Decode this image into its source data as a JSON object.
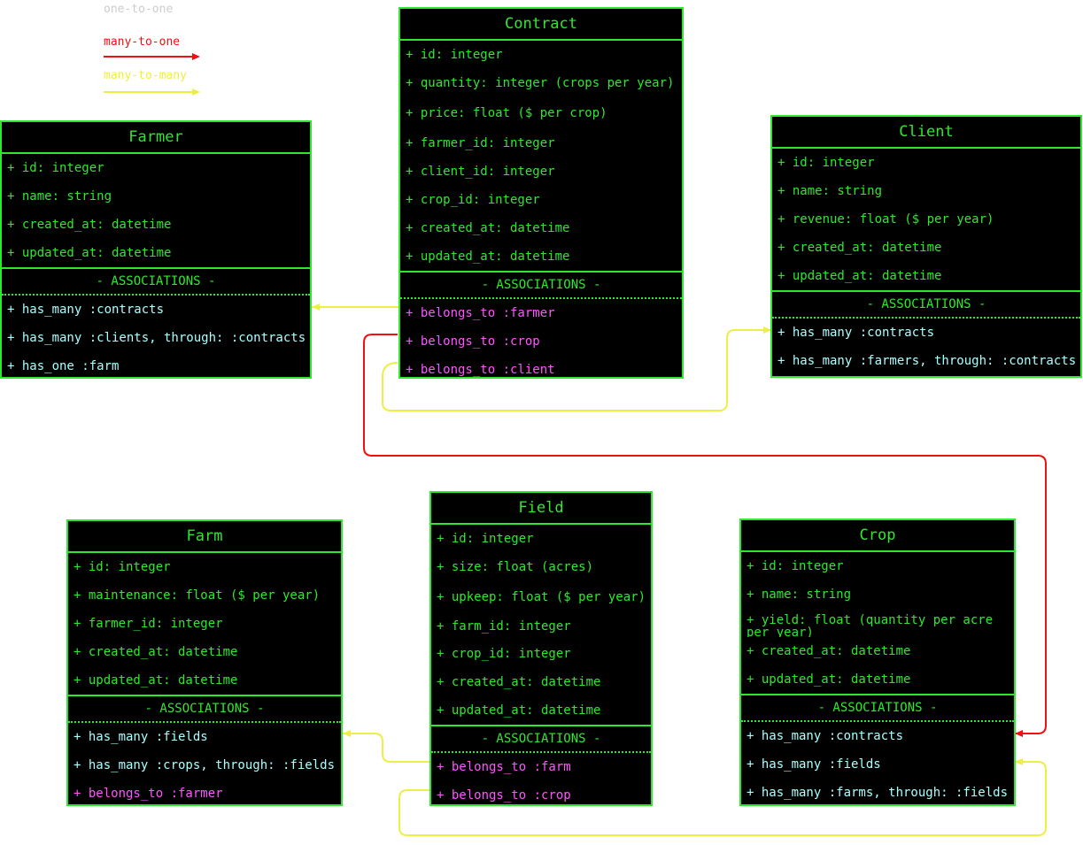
{
  "legend": {
    "one_to_one": "one-to-one",
    "many_to_one": "many-to-one",
    "many_to_many": "many-to-many",
    "colors": {
      "one_to_one": "#bbbbbb",
      "many_to_one": "#ee1111",
      "many_to_many": "#eeee44"
    }
  },
  "entities": {
    "contract": {
      "title": "Contract",
      "attrs": [
        "+ id: integer",
        "+ quantity: integer (crops per year)",
        "+ price: float ($ per crop)",
        "+ farmer_id: integer",
        "+ client_id: integer",
        "+ crop_id: integer",
        "+ created_at: datetime",
        "+ updated_at: datetime"
      ],
      "assoc_header": "- ASSOCIATIONS -",
      "assocs": [
        "+ belongs_to :farmer",
        "+ belongs_to :crop",
        "+ belongs_to :client"
      ]
    },
    "farmer": {
      "title": "Farmer",
      "attrs": [
        "+ id: integer",
        "+ name: string",
        "+ created_at: datetime",
        "+ updated_at: datetime"
      ],
      "assoc_header": "- ASSOCIATIONS -",
      "assocs": [
        "+ has_many :contracts",
        "+ has_many :clients, through: :contracts",
        "+ has_one :farm"
      ]
    },
    "client": {
      "title": "Client",
      "attrs": [
        "+ id: integer",
        "+ name: string",
        "+ revenue: float ($ per year)",
        "+ created_at: datetime",
        "+ updated_at: datetime"
      ],
      "assoc_header": "- ASSOCIATIONS -",
      "assocs": [
        "+ has_many :contracts",
        "+ has_many :farmers, through: :contracts"
      ]
    },
    "farm": {
      "title": "Farm",
      "attrs": [
        "+ id: integer",
        "+ maintenance: float ($ per year)",
        "+ farmer_id: integer",
        "+ created_at: datetime",
        "+ updated_at: datetime"
      ],
      "assoc_header": "- ASSOCIATIONS -",
      "assocs": [
        "+ has_many :fields",
        "+ has_many :crops, through: :fields",
        "+ belongs_to :farmer"
      ]
    },
    "field": {
      "title": "Field",
      "attrs": [
        "+ id: integer",
        "+ size: float (acres)",
        "+ upkeep: float ($ per year)",
        "+ farm_id: integer",
        "+ crop_id: integer",
        "+ created_at: datetime",
        "+ updated_at: datetime"
      ],
      "assoc_header": "- ASSOCIATIONS -",
      "assocs": [
        "+ belongs_to :farm",
        "+ belongs_to :crop"
      ]
    },
    "crop": {
      "title": "Crop",
      "attrs": [
        "+ id: integer",
        "+ name: string",
        "+ yield: float (quantity per acre per year)",
        "+ created_at: datetime",
        "+ updated_at: datetime"
      ],
      "assoc_header": "- ASSOCIATIONS -",
      "assocs": [
        "+ has_many :contracts",
        "+ has_many :fields",
        "+ has_many :farms, through: :fields"
      ]
    }
  }
}
